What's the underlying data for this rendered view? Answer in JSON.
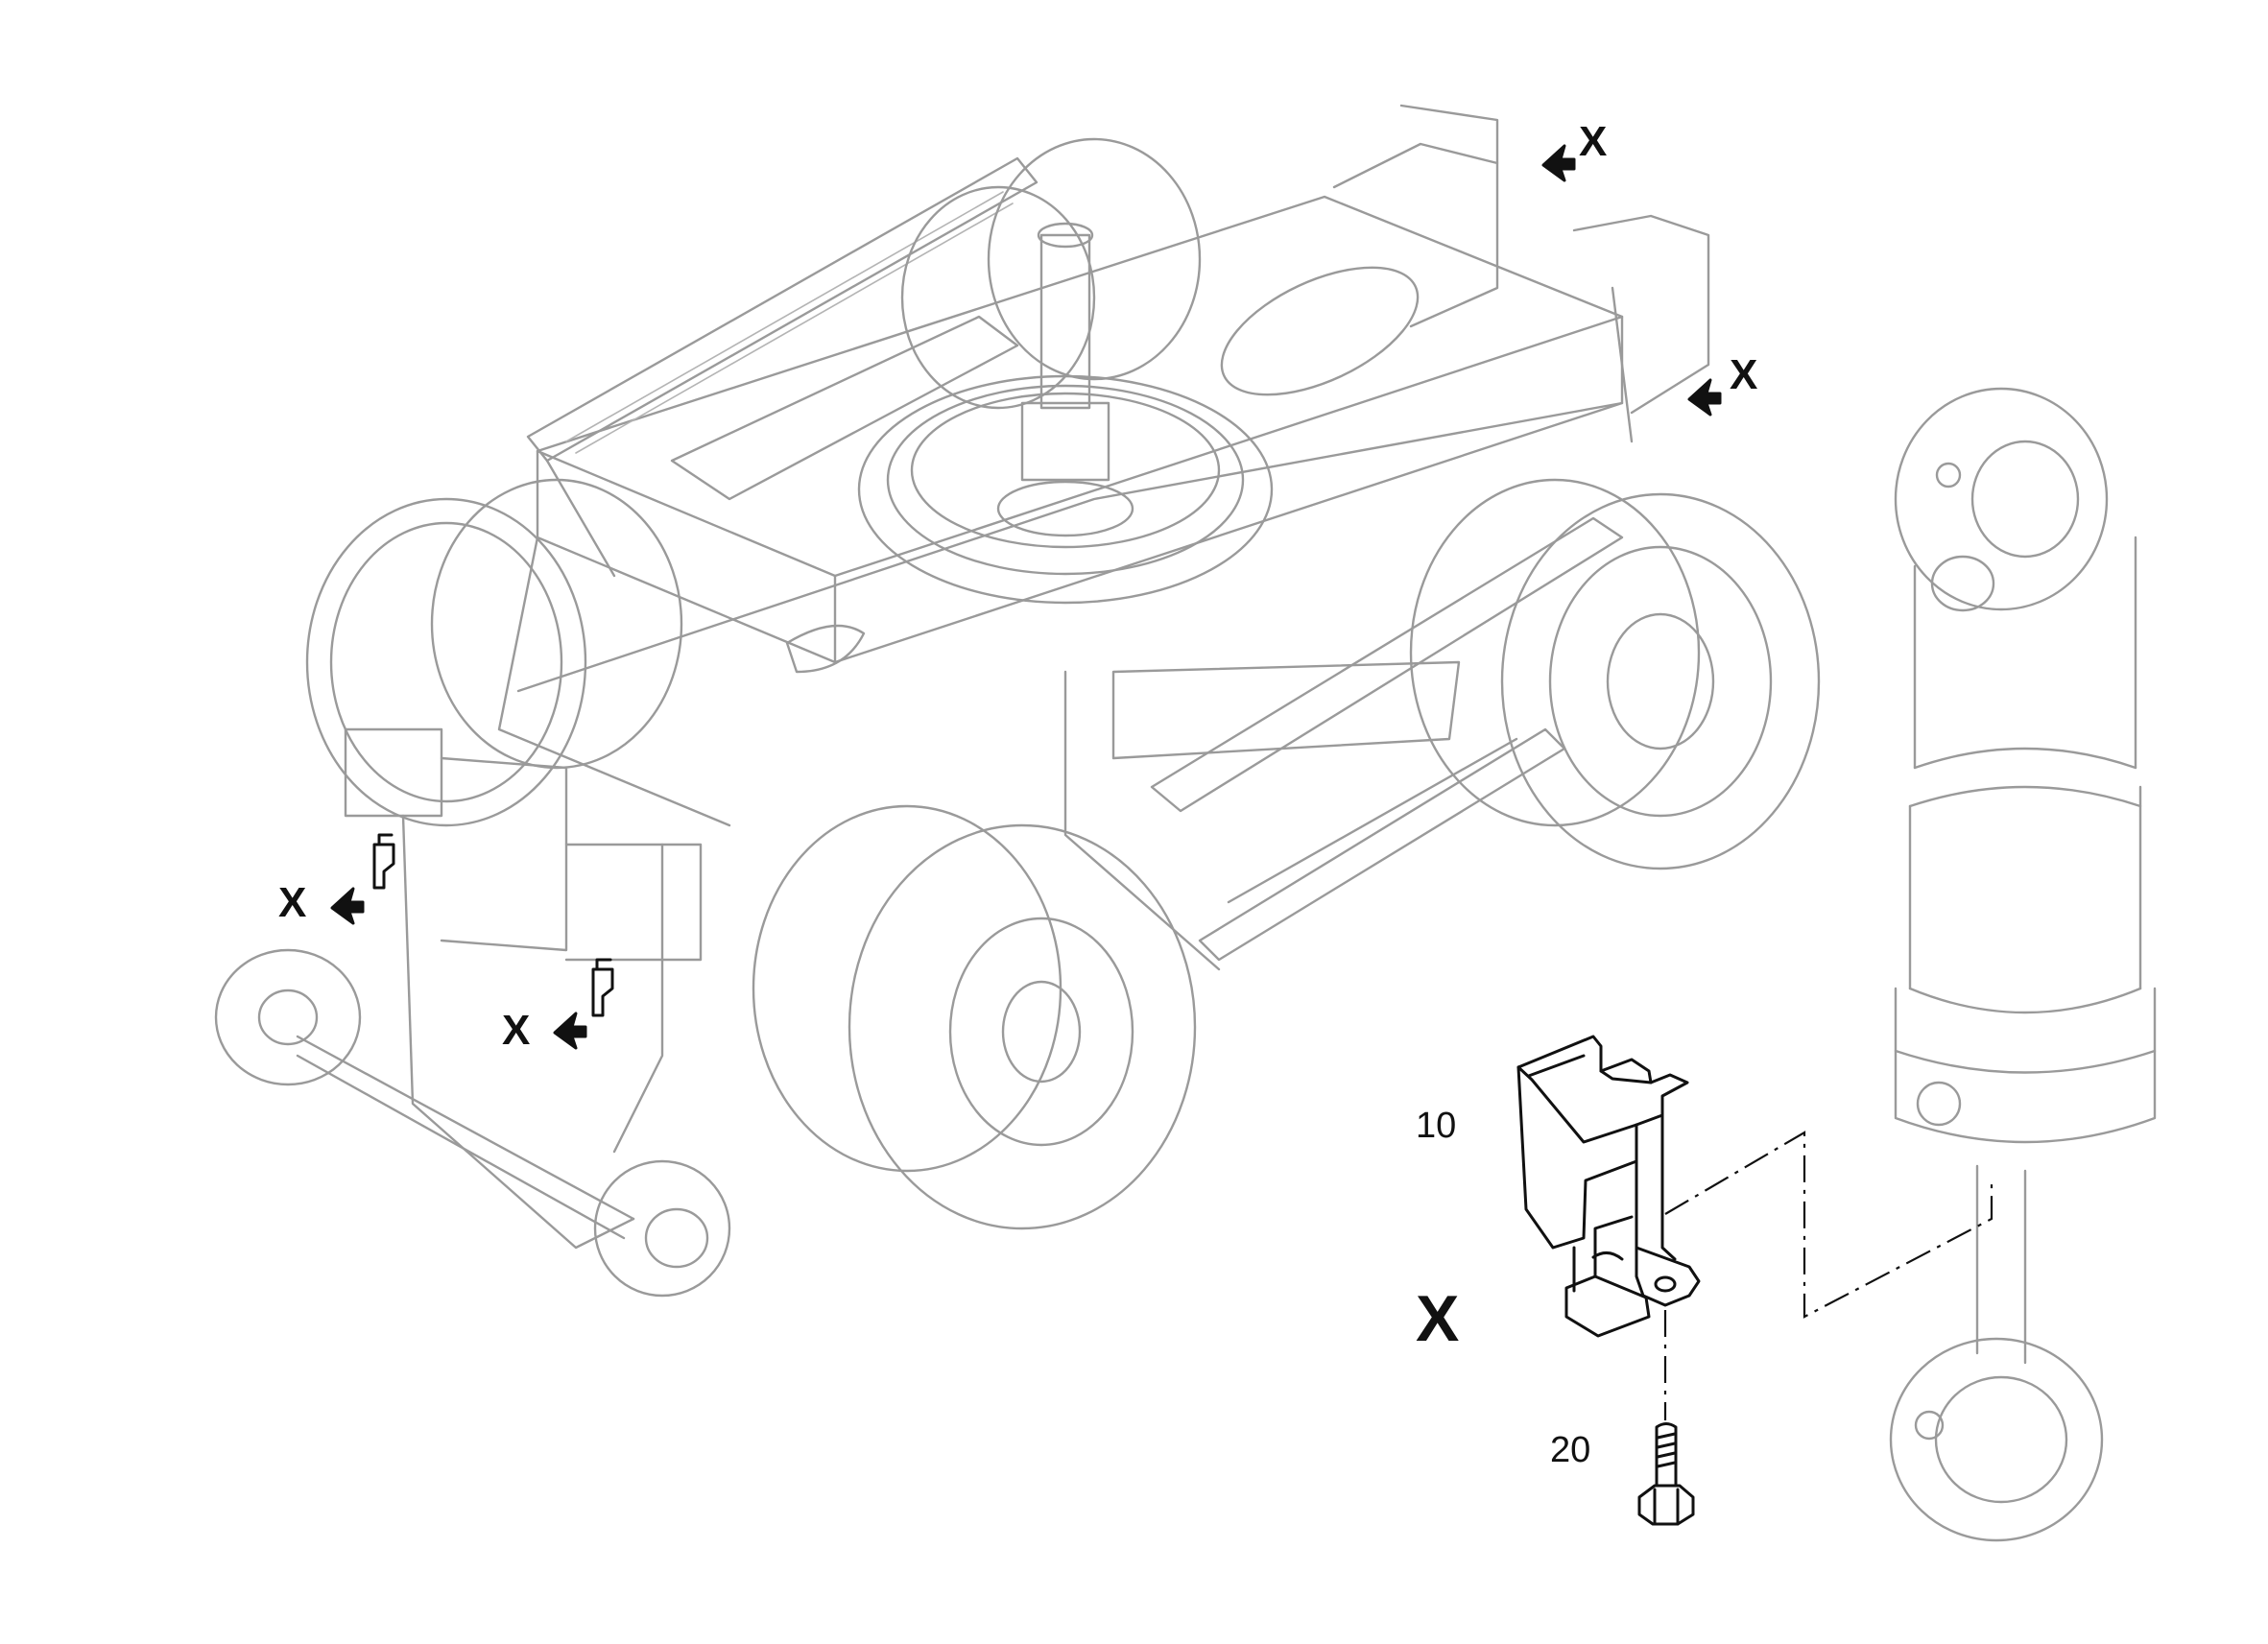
{
  "diagram": {
    "callouts": {
      "x_marker": "X",
      "part_10": "10",
      "part_20": "20"
    }
  }
}
